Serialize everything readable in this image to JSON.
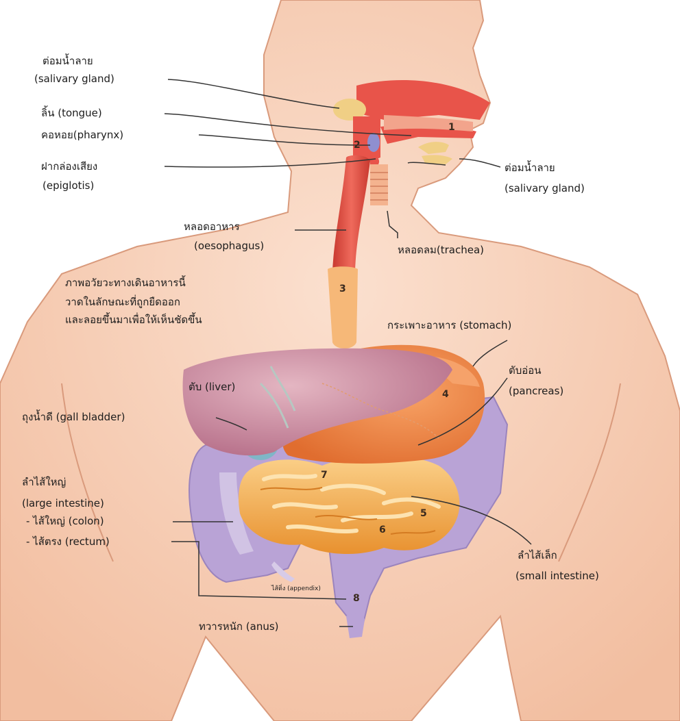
{
  "labels": {
    "salivary_gland_top_th": "ต่อมน้ำลาย",
    "salivary_gland_top_en": "(salivary gland)",
    "tongue": "ลิ้น (tongue)",
    "pharynx": "คอหอย(pharynx)",
    "epiglottis_th": "ฝากล่องเสียง",
    "epiglottis_en": "(epiglotis)",
    "salivary_gland_right_th": "ต่อมน้ำลาย",
    "salivary_gland_right_en": "(salivary gland)",
    "oesophagus_th": "หลอดอาหาร",
    "oesophagus_en": "(oesophagus)",
    "trachea": "หลอดลม(trachea)",
    "note_line1": "ภาพอวัยวะทางเดินอาหารนี้",
    "note_line2": "วาดในลักษณะที่ถูกยืดออก",
    "note_line3": "และลอยขึ้นมาเพื่อให้เห็นชัดขึ้น",
    "stomach": "กระเพาะอาหาร (stomach)",
    "liver": "ตับ (liver)",
    "pancreas_th": "ตับอ่อน",
    "pancreas_en": "(pancreas)",
    "gall_bladder": "ถุงน้ำดี (gall bladder)",
    "large_intestine_th": "ลำไส้ใหญ่",
    "large_intestine_en": "(large intestine)",
    "colon": "- ไส้ใหญ่ (colon)",
    "rectum": "- ไส้ตรง (rectum)",
    "small_intestine_th": "ลำไส้เล็ก",
    "small_intestine_en": "(small intestine)",
    "appendix": "ไส้ติ่ง (appendix)",
    "anus": "ทวารหนัก (anus)"
  },
  "numbers": [
    "1",
    "2",
    "3",
    "4",
    "5",
    "6",
    "7",
    "8"
  ],
  "colors": {
    "skin": "#f6c9ad",
    "skin_outline": "#d99a7c",
    "digestive_red": "#e8544a",
    "liver": "#c98aa0",
    "stomach": "#f08a4b",
    "large_intestine": "#b9a3d6",
    "small_intestine": "#f3b35a",
    "gall_bladder": "#7fb6c7",
    "leader_line": "#333333"
  }
}
